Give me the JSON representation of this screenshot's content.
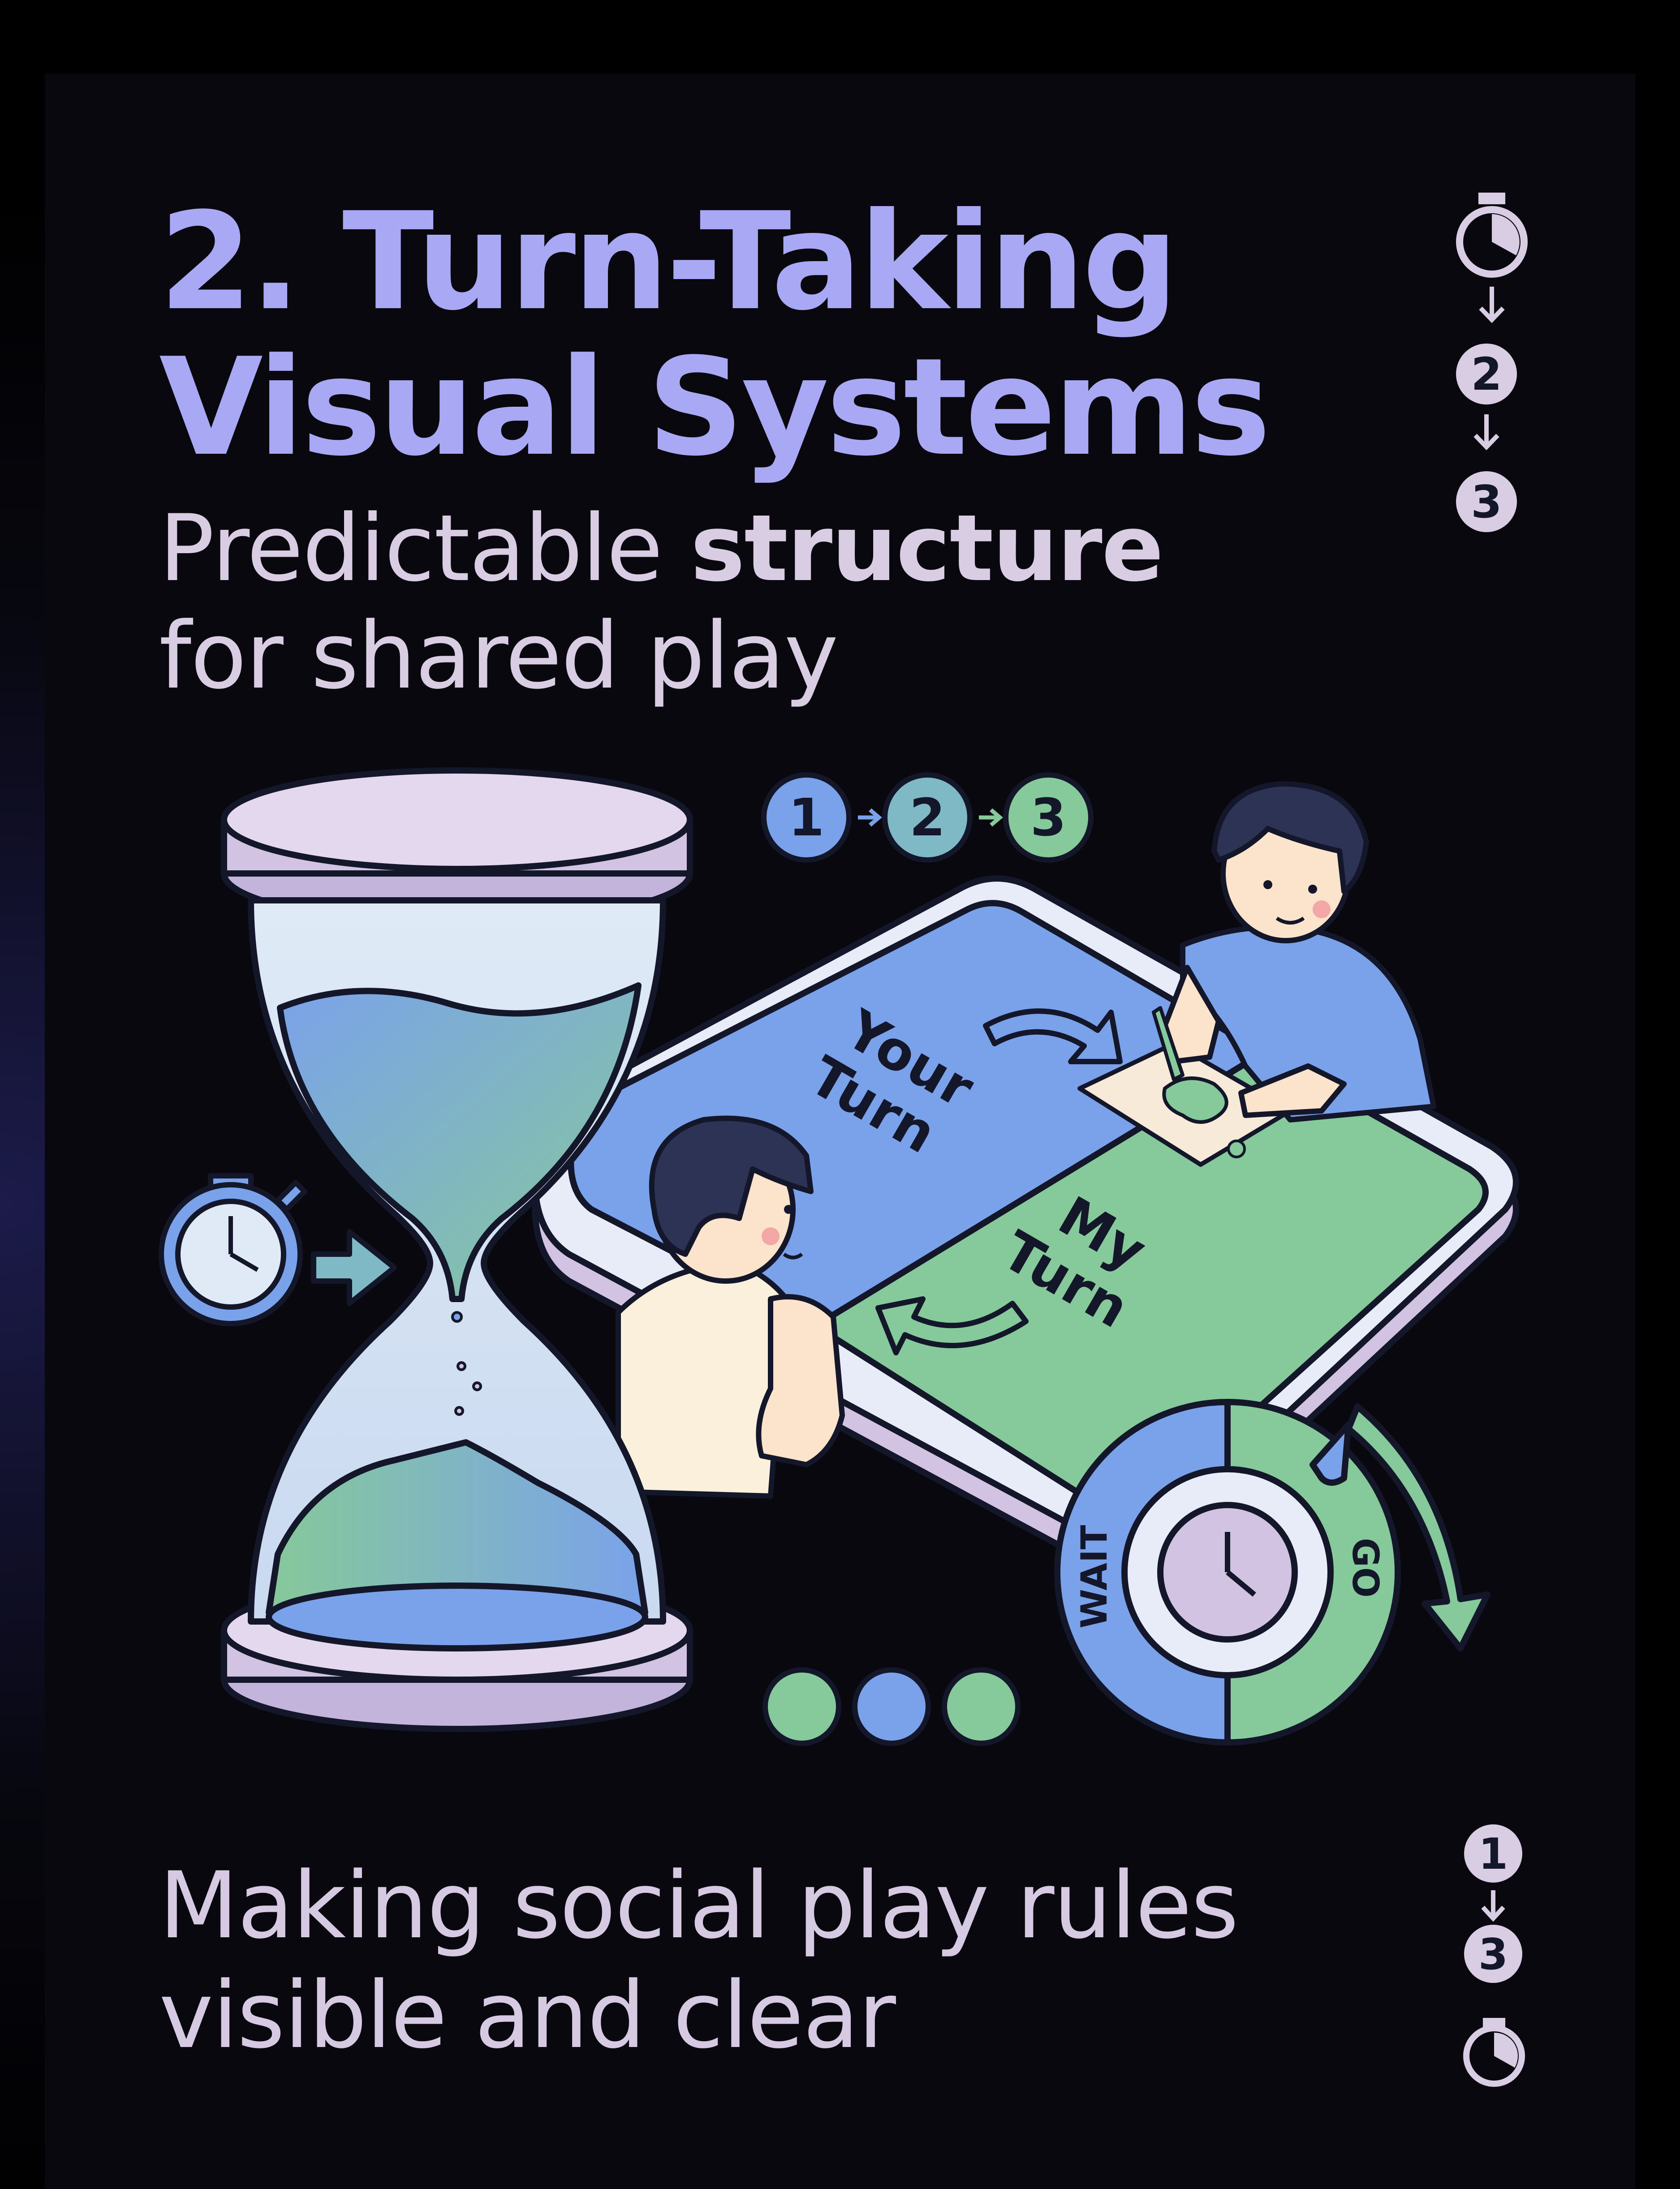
{
  "title": {
    "line1": "2. Turn-Taking",
    "line2": "Visual Systems"
  },
  "subtitle": {
    "line1_plain": "Predictable ",
    "line1_bold": "structure",
    "line2": "for shared play"
  },
  "footer": {
    "line1": "Making social play rules",
    "line2": "visible and clear"
  },
  "sequence_top": {
    "step1": "1",
    "step2": "2",
    "step3": "3"
  },
  "sequence_side": {
    "step2": "2",
    "step3": "3"
  },
  "sequence_bottom": {
    "step1": "1",
    "step3": "3"
  },
  "board": {
    "your_turn_1": "Your",
    "your_turn_2": "Turn",
    "my_turn_1": "My",
    "my_turn_2": "Turn"
  },
  "spinner": {
    "wait": "WAIT",
    "go": "GO"
  },
  "colors": {
    "background": "#08080e",
    "title": "#a9a8f4",
    "text": "#d9cde4",
    "blue": "#7aa2ea",
    "green": "#86c99a",
    "lavender": "#d3c3e3",
    "outline": "#14162a"
  },
  "icons": [
    "stopwatch-icon",
    "arrow-right-icon",
    "arrow-down-icon",
    "hourglass-icon",
    "turn-spinner-icon"
  ]
}
